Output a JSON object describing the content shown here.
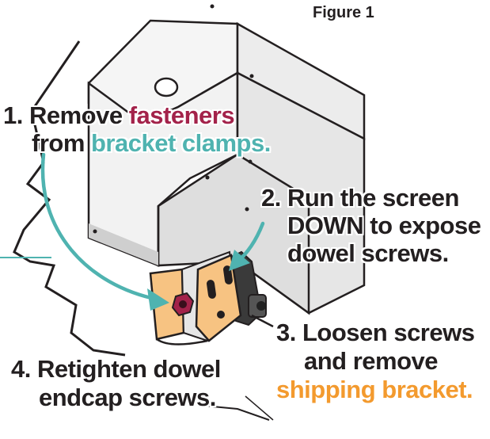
{
  "figure_label": "Figure 1",
  "colors": {
    "crimson": "#a3224a",
    "teal": "#4fb3b0",
    "orange": "#f39a2e",
    "bracket": "#f7c382",
    "dark": "#231f20",
    "housing_fill": "#f3f3f3",
    "housing_shade": "#dcdcdc"
  },
  "steps": [
    {
      "number": "1.",
      "line1_a": "Remove ",
      "line1_b": "fasteners",
      "line2_a": "from ",
      "line2_b": "bracket clamps."
    },
    {
      "number": "2.",
      "line1": "Run the screen",
      "line2": "DOWN to expose",
      "line3": "dowel screws."
    },
    {
      "number": "3.",
      "line1": "Loosen screws",
      "line2": "and remove",
      "line3": "shipping bracket."
    },
    {
      "number": "4.",
      "line1": "Retighten dowel",
      "line2": "endcap screws."
    }
  ]
}
